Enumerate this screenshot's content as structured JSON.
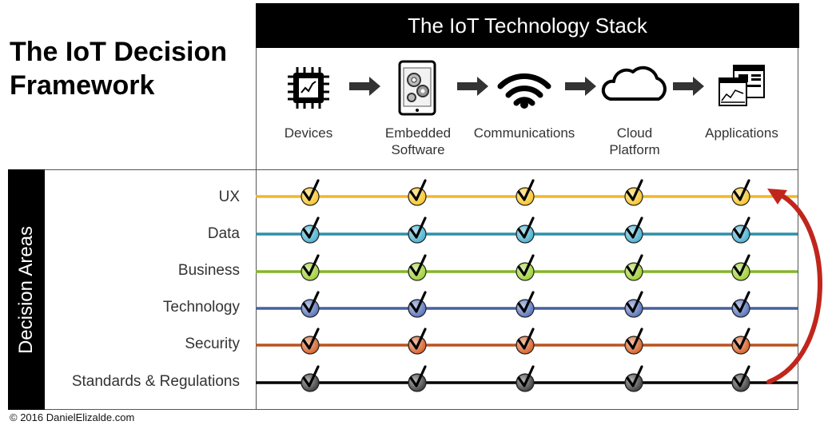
{
  "title": "The IoT Decision Framework",
  "stack_title": "The IoT Technology Stack",
  "components": [
    {
      "label": "Devices",
      "icon": "chip-icon"
    },
    {
      "label": "Embedded Software",
      "icon": "tablet-gears-icon"
    },
    {
      "label": "Communications",
      "icon": "wifi-icon"
    },
    {
      "label": "Cloud Platform",
      "icon": "cloud-icon"
    },
    {
      "label": "Applications",
      "icon": "app-windows-icon"
    }
  ],
  "side_label": "Decision Areas",
  "areas": [
    {
      "label": "UX",
      "color": "#f2b62a",
      "ball": "#f8c830"
    },
    {
      "label": "Data",
      "color": "#2f8fa8",
      "ball": "#4fb3d3"
    },
    {
      "label": "Business",
      "color": "#86b52a",
      "ball": "#a2d23c"
    },
    {
      "label": "Technology",
      "color": "#4760a0",
      "ball": "#5d78be"
    },
    {
      "label": "Security",
      "color": "#b9531f",
      "ball": "#d8662f"
    },
    {
      "label": "Standards & Regulations",
      "color": "#000000",
      "ball": "#444444"
    }
  ],
  "copyright": "© 2016 DanielElizalde.com",
  "arrow_color": "#c0261c"
}
